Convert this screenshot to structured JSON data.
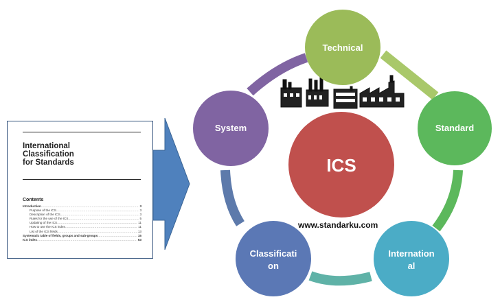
{
  "document": {
    "title_lines": [
      "International",
      "Classification",
      "for Standards"
    ],
    "contents_heading": "Contents",
    "toc": [
      {
        "label": "Introduction",
        "page": "3",
        "level": 1
      },
      {
        "label": "Purpose of the ICS",
        "page": "3",
        "level": 2
      },
      {
        "label": "Description of the ICS",
        "page": "3",
        "level": 2
      },
      {
        "label": "Rules for the use of the ICS",
        "page": "5",
        "level": 2
      },
      {
        "label": "Updating of the ICS",
        "page": "11",
        "level": 2
      },
      {
        "label": "How to use the ICS index",
        "page": "11",
        "level": 2
      },
      {
        "label": "List of the ICS fields",
        "page": "13",
        "level": 2
      },
      {
        "label": "Systematic table of fields, groups and sub-groups",
        "page": "15",
        "level": 1
      },
      {
        "label": "ICS index",
        "page": "63",
        "level": 1
      }
    ]
  },
  "diagram": {
    "center_label": "ICS",
    "center_color": "#c0504d",
    "ring_colors": {
      "technical_standard": "#a9c86a",
      "standard_international": "#5cb85c",
      "international_classification": "#5fb2a7",
      "classification_system": "#5d7aab",
      "system_technical": "#8064a2"
    },
    "nodes": [
      {
        "id": "technical",
        "lines": [
          "Technical"
        ],
        "color": "#9bbb59"
      },
      {
        "id": "standard",
        "lines": [
          "Standard"
        ],
        "color": "#5cb85c"
      },
      {
        "id": "international",
        "lines": [
          "Internation",
          "al"
        ],
        "color": "#4bacc6"
      },
      {
        "id": "classification",
        "lines": [
          "Classificati",
          "on"
        ],
        "color": "#5b78b5"
      },
      {
        "id": "system",
        "lines": [
          "System"
        ],
        "color": "#8064a2"
      }
    ],
    "arrow_color": "#4f81bd",
    "icons": [
      "factory-icon",
      "factory-icon",
      "factory-icon",
      "factory-icon"
    ]
  },
  "website": "www.standarku.com"
}
